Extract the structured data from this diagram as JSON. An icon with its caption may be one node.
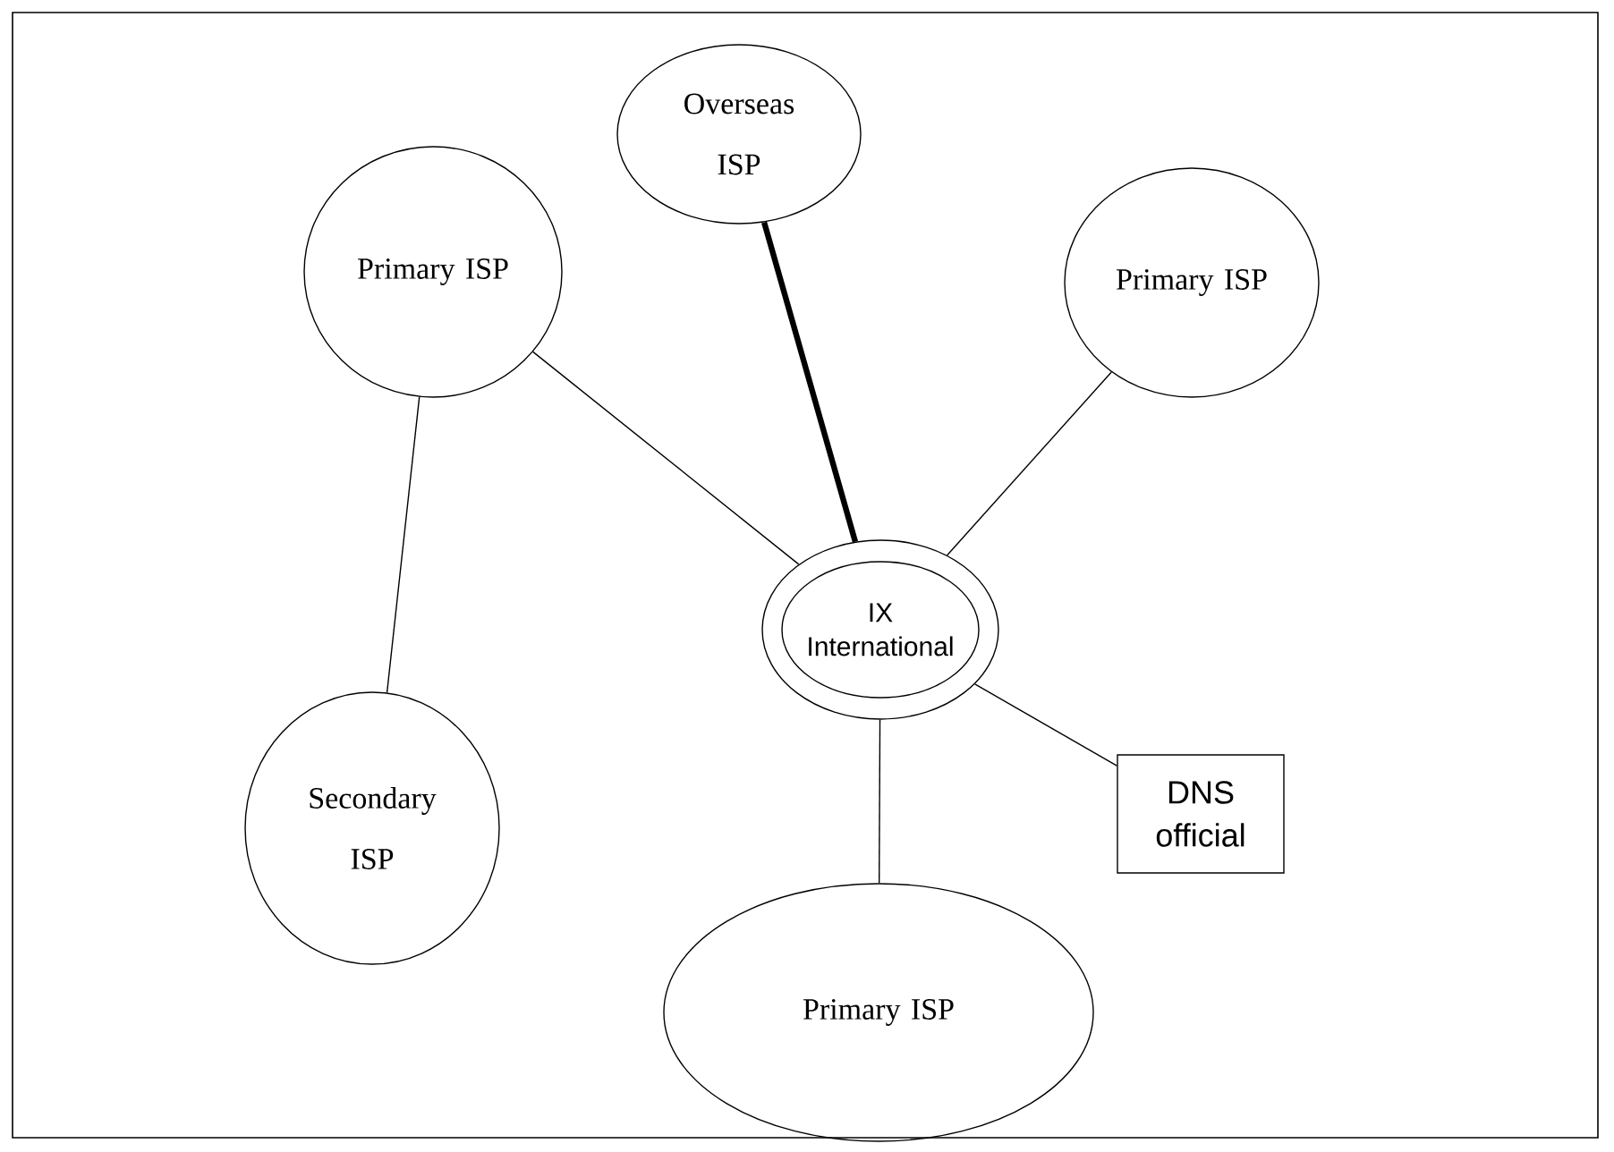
{
  "diagram": {
    "nodes": [
      {
        "text": [
          "Overseas ISP"
        ]
      },
      {
        "text": [
          "Primary ISP"
        ]
      },
      {
        "text": [
          "Primary ISP"
        ]
      },
      {
        "text": [
          "IX International"
        ]
      },
      {
        "text": [
          "Secondary ISP"
        ]
      },
      {
        "text": [
          "Primary ISP"
        ]
      },
      {
        "text": [
          "DNS official"
        ]
      }
    ],
    "edges": [
      {
        "from": 0,
        "to": 3,
        "arrow": "none",
        "style": "thick"
      },
      {
        "from": 1,
        "to": 3,
        "arrow": "none"
      },
      {
        "from": 2,
        "to": 3,
        "arrow": "none"
      },
      {
        "from": 2,
        "to": 4,
        "arrow": "none"
      },
      {
        "from": 3,
        "to": 5,
        "arrow": "none"
      },
      {
        "from": 3,
        "to": 6,
        "arrow": "none"
      }
    ]
  }
}
